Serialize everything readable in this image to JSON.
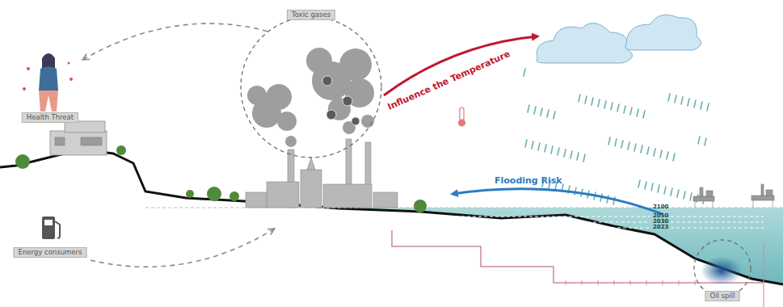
{
  "diagram": {
    "nodes": [
      {
        "text": [
          "Toxic gases"
        ]
      },
      {
        "text": [
          "Health Threat"
        ]
      },
      {
        "text": [
          "Energy consumers"
        ]
      },
      {
        "text": [
          "Oil spill"
        ]
      }
    ],
    "edges": [
      {
        "from": 0,
        "to": 1,
        "arrow": "to"
      }
    ],
    "labels": [
      "Influence the Temperature",
      "Flooding Risk",
      "2100",
      "2050",
      "2030",
      "2023"
    ]
  }
}
